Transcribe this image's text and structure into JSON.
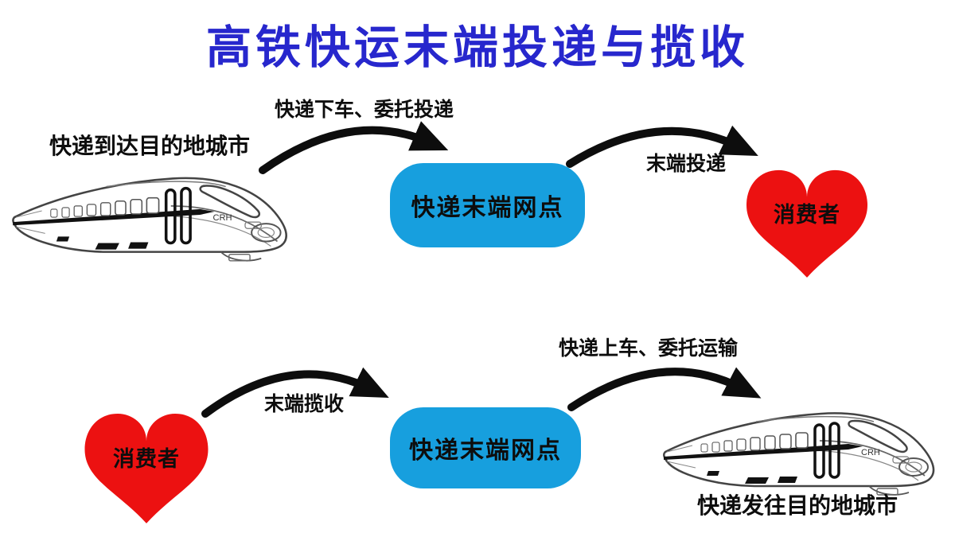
{
  "title": "高铁快运末端投递与揽收",
  "colors": {
    "title_blue": "#2727cd",
    "node_blue": "#179fde",
    "heart_red": "#ec1111",
    "line_black": "#0d0d0d"
  },
  "top_flow": {
    "train_caption": "快递到达目的地城市",
    "step1_label": "快递下车、委托投递",
    "node_label": "快递末端网点",
    "step2_label": "末端投递",
    "consumer_label": "消费者"
  },
  "bottom_flow": {
    "consumer_label": "消费者",
    "step1_label": "末端揽收",
    "node_label": "快递末端网点",
    "step2_label": "快递上车、委托运输",
    "train_caption": "快递发往目的地城市"
  },
  "train_logo": "CRH"
}
